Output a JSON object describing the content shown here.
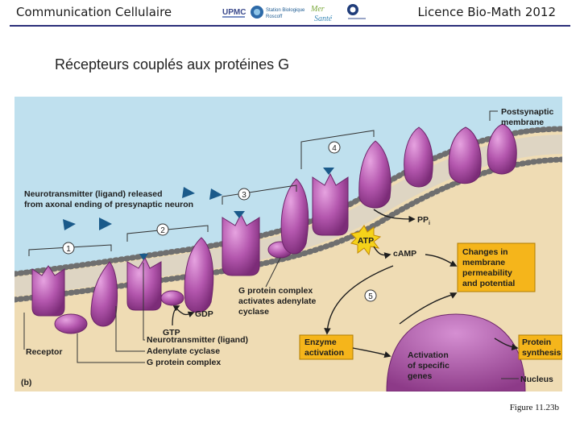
{
  "header": {
    "left_title": "Communication Cellulaire",
    "right_title": "Licence Bio-Math 2012",
    "logo_upmc": "UPMC",
    "logo_station_1": "Station Biologique",
    "logo_station_2": "Roscoff",
    "logo_mer_1": "Mer",
    "logo_mer_2": "Santé"
  },
  "slide_title": "Récepteurs couplés aux protéines G",
  "figure": {
    "panel_label": "(b)",
    "labels": {
      "neurotransmitter_1": "Neurotransmitter (ligand) released",
      "neurotransmitter_2": "from axonal ending of presynaptic neuron",
      "postsynaptic_1": "Postsynaptic",
      "postsynaptic_2": "membrane",
      "ppi": "PP",
      "ppi_sub": "i",
      "atp": "ATP",
      "camp": "cAMP",
      "changes_1": "Changes in",
      "changes_2": "membrane",
      "changes_3": "permeability",
      "changes_4": "and potential",
      "gprot_1": "G protein complex",
      "gprot_2": "activates adenylate",
      "gprot_3": "cyclase",
      "gdp": "GDP",
      "gtp": "GTP",
      "legend_1": "Neurotransmitter (ligand)",
      "legend_2": "Adenylate cyclase",
      "legend_3": "G protein complex",
      "receptor": "Receptor",
      "enzyme_1": "Enzyme",
      "enzyme_2": "activation",
      "activation_1": "Activation",
      "activation_2": "of specific",
      "activation_3": "genes",
      "protein_1": "Protein",
      "protein_2": "synthesis",
      "nucleus": "Nucleus"
    },
    "steps": [
      "1",
      "2",
      "3",
      "4",
      "5"
    ]
  },
  "caption": "Figure 11.23b",
  "colors": {
    "header_rule": "#2b2f7a",
    "extracellular": "#bfe0ee",
    "cytoplasm": "#efdcb4",
    "protein": "#a54aa0",
    "highlight_box": "#f5b51b"
  }
}
